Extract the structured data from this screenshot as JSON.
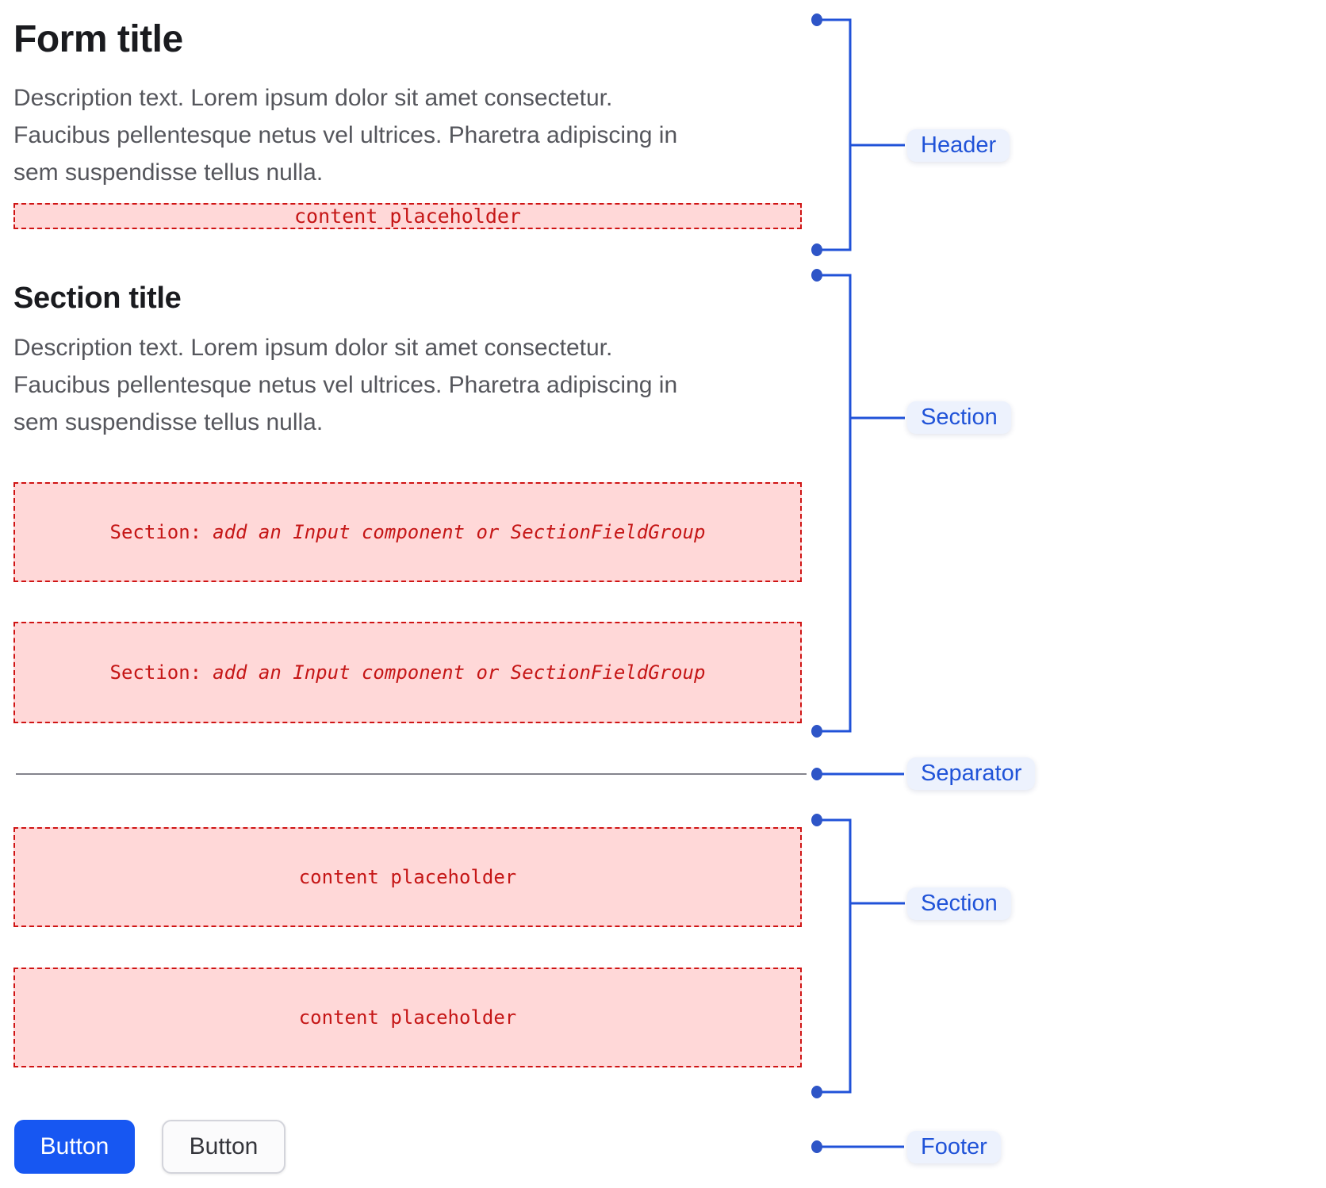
{
  "colors": {
    "annotation_blue_line": "#2052d8",
    "annotation_dot": "#2e55c7",
    "callout_label_bg": "#edf2fd",
    "callout_label_text": "#2053d8",
    "placeholder_bg": "#ffd8d8",
    "placeholder_red": "#c51616",
    "separator_gray": "#84848d",
    "primary_button_bg": "#1757f2",
    "title_text": "#1a1b1f",
    "description_text": "#55565c"
  },
  "form": {
    "header": {
      "title": "Form title",
      "description_lines": [
        "Description text. Lorem ipsum dolor sit amet consectetur.",
        "Faucibus pellentesque netus vel ultrices. Pharetra adipiscing in",
        "sem suspendisse tellus nulla."
      ],
      "placeholder": "content placeholder"
    },
    "section_1": {
      "title": "Section title",
      "description_lines": [
        "Description text. Lorem ipsum dolor sit amet consectetur.",
        "Faucibus pellentesque netus vel ultrices. Pharetra adipiscing in",
        "sem suspendisse tellus nulla."
      ],
      "placeholders": [
        {
          "prefix": "Section:",
          "rest": "add an Input component or SectionFieldGroup"
        },
        {
          "prefix": "Section:",
          "rest": "add an Input component or SectionFieldGroup"
        }
      ]
    },
    "section_2": {
      "placeholders": [
        "content placeholder",
        "content placeholder"
      ]
    },
    "footer": {
      "primary_button_label": "Button",
      "secondary_button_label": "Button"
    }
  },
  "annotations": {
    "header_label": "Header",
    "section_1_label": "Section",
    "separator_label": "Separator",
    "section_2_label": "Section",
    "footer_label": "Footer"
  }
}
